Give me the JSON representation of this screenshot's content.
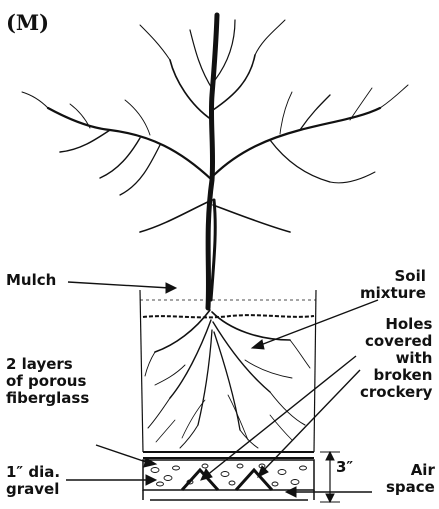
{
  "panel_letter": "(M)",
  "labels": {
    "mulch": "Mulch",
    "soil_mixture": "Soil\nmixture",
    "fiberglass": "2 layers\nof porous\nfiberglass",
    "holes": "Holes\ncovered\nwith\nbroken\ncrockery",
    "gravel": "1″ dia.\ngravel",
    "dimension": "3″",
    "air_space": "Air\nspace"
  },
  "colors": {
    "ink": "#111111",
    "paper": "#ffffff"
  }
}
